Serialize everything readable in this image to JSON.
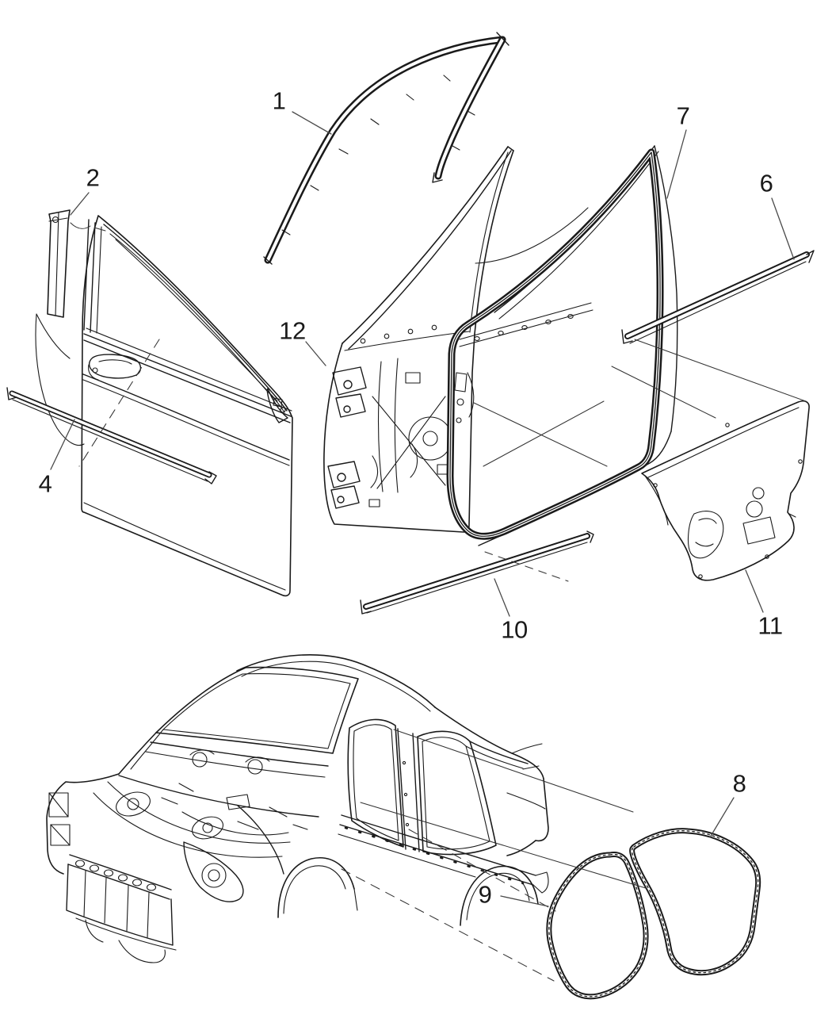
{
  "colors": {
    "background": "#ffffff",
    "line": "#1a1a1a",
    "leader": "#4a4a4a",
    "label": "#1a1a1a"
  },
  "callouts": [
    {
      "label": "1"
    },
    {
      "label": "2"
    },
    {
      "label": "4"
    },
    {
      "label": "6"
    },
    {
      "label": "7"
    },
    {
      "label": "8"
    },
    {
      "label": "9"
    },
    {
      "label": "10"
    },
    {
      "label": "11"
    },
    {
      "label": "12"
    }
  ]
}
